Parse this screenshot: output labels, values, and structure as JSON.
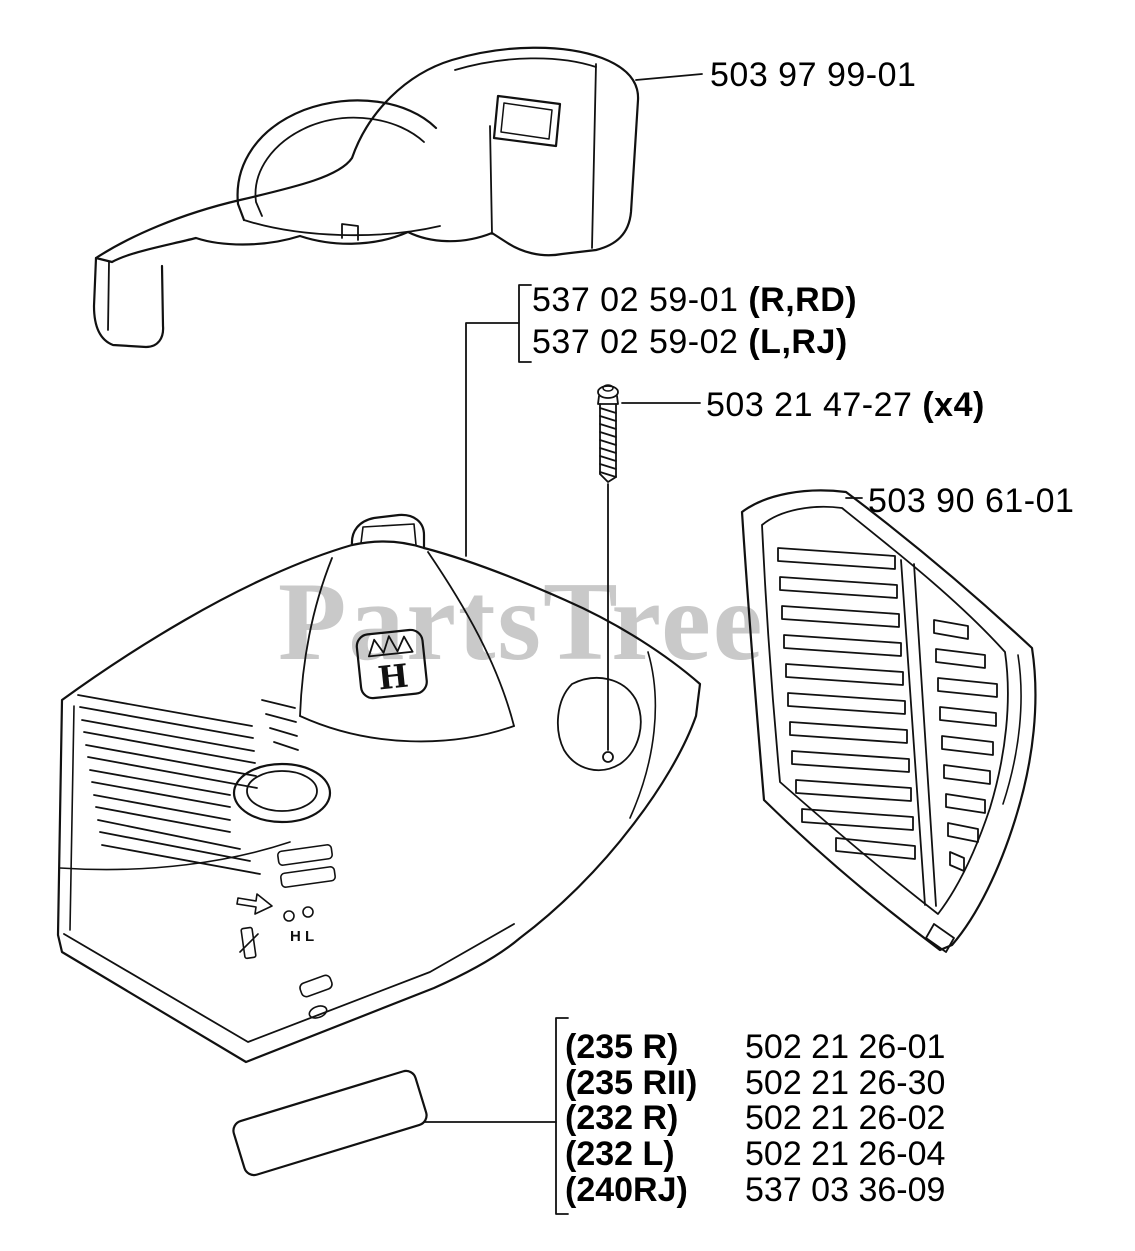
{
  "watermark": "PartsTree",
  "colors": {
    "ink": "#111111",
    "watermark": "#c9c9c9",
    "background": "#ffffff"
  },
  "callouts": {
    "top_cover": "503 97 99-01",
    "engine_cover_r": "537 02 59-01",
    "engine_cover_r_suffix": "(R,RD)",
    "engine_cover_l": "537 02 59-02",
    "engine_cover_l_suffix": "(L,RJ)",
    "screw": "503 21 47-27",
    "screw_qty": "(x4)",
    "grille": "503 90 61-01"
  },
  "decal_table": {
    "rows": [
      {
        "model": "(235 R)",
        "part": "502 21 26-01"
      },
      {
        "model": "(235 RII)",
        "part": "502 21 26-30"
      },
      {
        "model": "(232 R)",
        "part": "502 21 26-02"
      },
      {
        "model": "(232 L)",
        "part": "502 21 26-04"
      },
      {
        "model": "(240RJ)",
        "part": "537 03 36-09"
      }
    ]
  },
  "markings": {
    "logo_letter": "H",
    "hl": "H L"
  }
}
